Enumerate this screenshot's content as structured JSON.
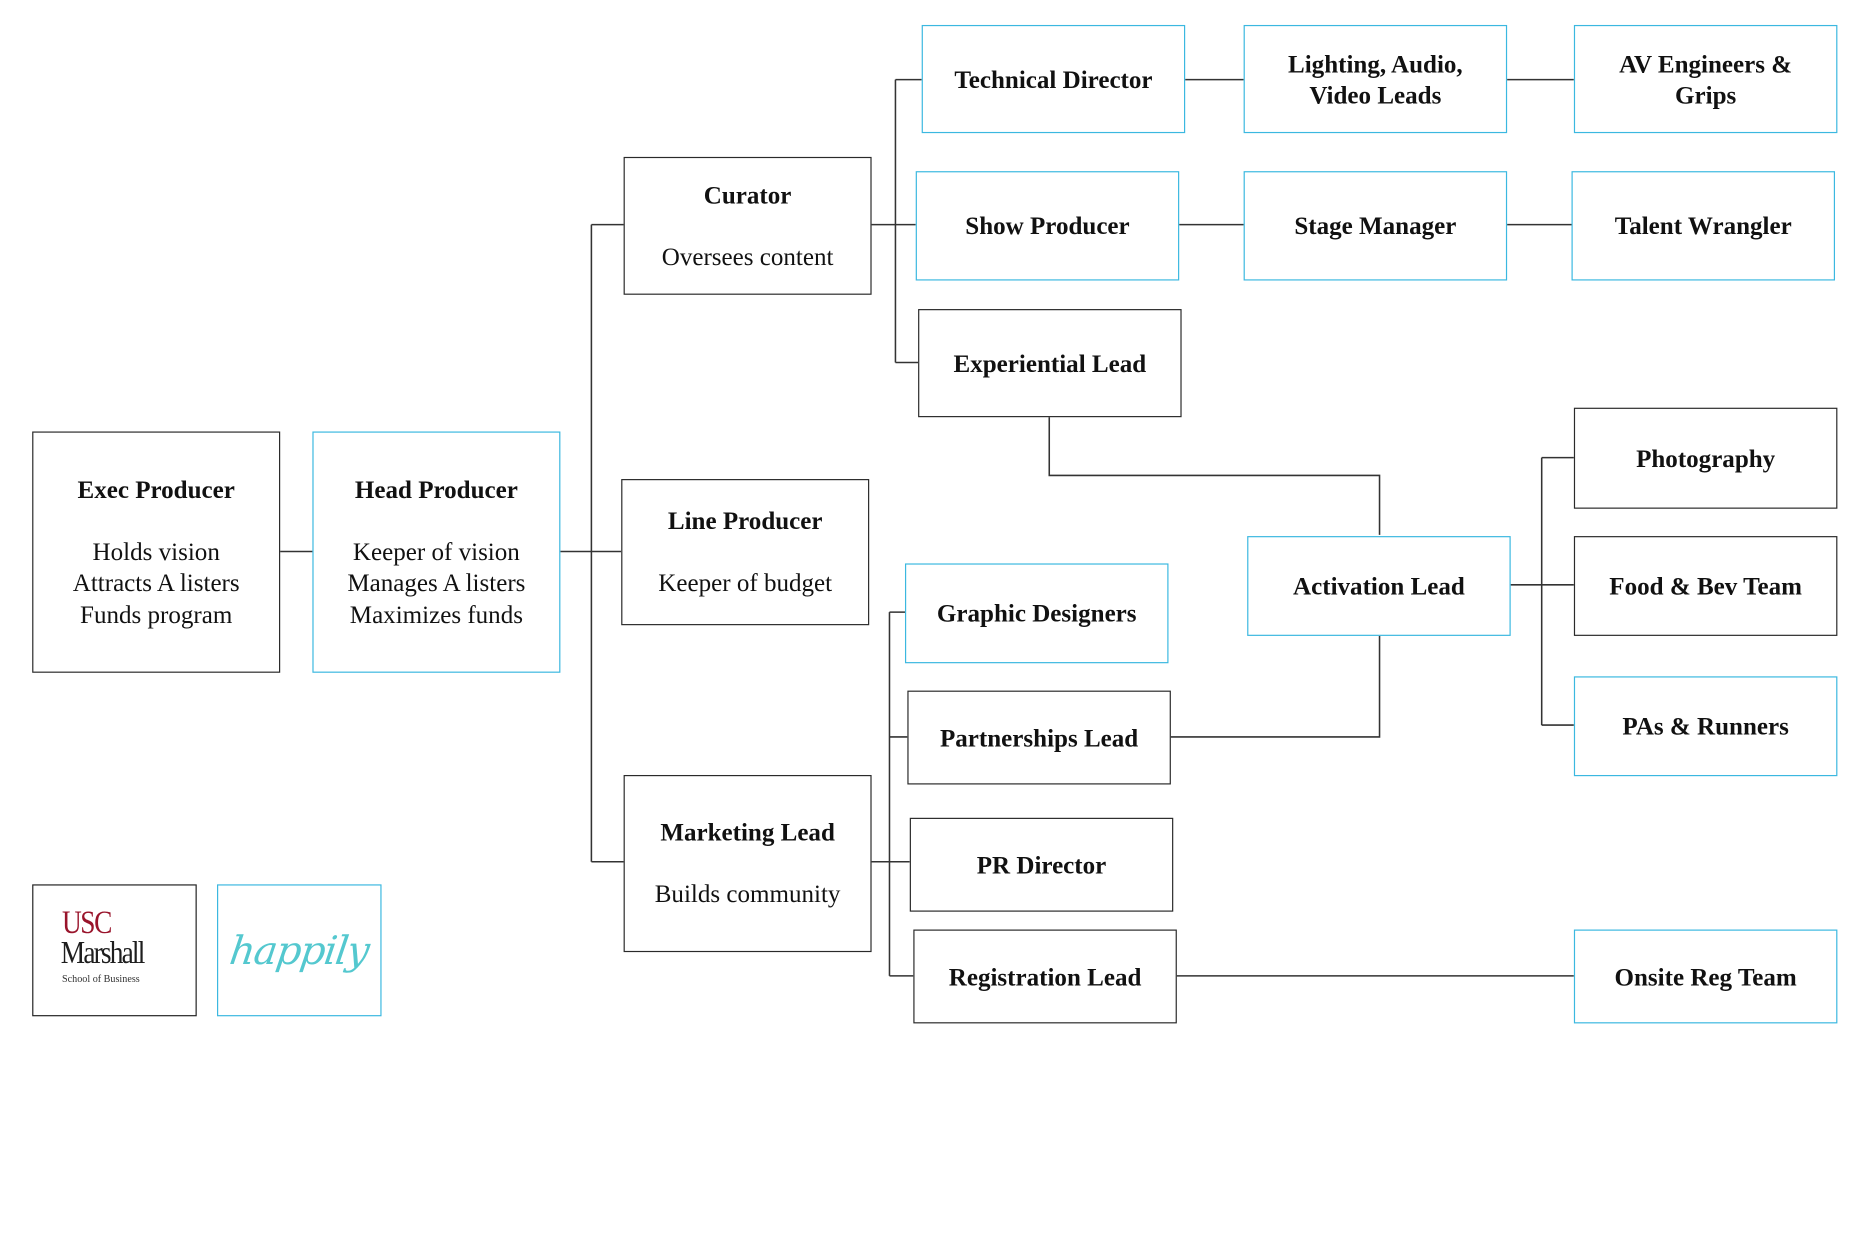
{
  "nodes": {
    "exec_producer": {
      "title": "Exec Producer",
      "lines": [
        "Holds vision",
        "Attracts A listers",
        "Funds program"
      ]
    },
    "head_producer": {
      "title": "Head Producer",
      "lines": [
        "Keeper of vision",
        "Manages A listers",
        "Maximizes funds"
      ]
    },
    "curator": {
      "title": "Curator",
      "lines": [
        "Oversees content"
      ]
    },
    "line_producer": {
      "title": "Line Producer",
      "lines": [
        "Keeper of budget"
      ]
    },
    "marketing_lead": {
      "title": "Marketing Lead",
      "lines": [
        "Builds community"
      ]
    },
    "technical_director": {
      "title": "Technical Director"
    },
    "show_producer": {
      "title": "Show Producer"
    },
    "experiential_lead": {
      "title": "Experiential Lead"
    },
    "lighting_av_leads": {
      "title_lines": [
        "Lighting, Audio,",
        "Video Leads"
      ]
    },
    "av_engineers": {
      "title_lines": [
        "AV Engineers &",
        "Grips"
      ]
    },
    "stage_manager": {
      "title": "Stage Manager"
    },
    "talent_wrangler": {
      "title": "Talent Wrangler"
    },
    "graphic_designers": {
      "title": "Graphic Designers"
    },
    "partnerships_lead": {
      "title": "Partnerships Lead"
    },
    "pr_director": {
      "title": "PR Director"
    },
    "registration_lead": {
      "title": "Registration Lead"
    },
    "activation_lead": {
      "title": "Activation Lead"
    },
    "photography": {
      "title": "Photography"
    },
    "food_bev_team": {
      "title": "Food & Bev Team"
    },
    "pas_runners": {
      "title": "PAs & Runners"
    },
    "onsite_reg_team": {
      "title": "Onsite Reg Team"
    }
  },
  "logos": {
    "usc": {
      "line1": "USC",
      "line2": "Marshall",
      "line3": "School of Business"
    },
    "happily": {
      "text": "happily"
    }
  },
  "colors": {
    "dark_border": "#2a2a2a",
    "cyan_border": "#3bb8e0",
    "usc_cardinal": "#99142b",
    "happily_teal": "#54c8cf"
  }
}
